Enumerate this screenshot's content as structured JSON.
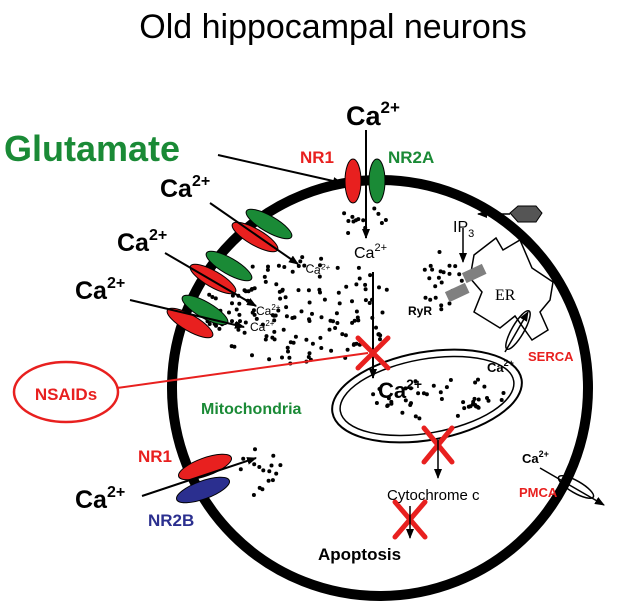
{
  "title": "Old hippocampal neurons",
  "labels": {
    "glutamate": "Glutamate",
    "nr1_top": "NR1",
    "nr2a": "NR2A",
    "ca_ion": "Ca",
    "ca_charge": "2+",
    "ip": "IP",
    "ip_sub": "3",
    "er": "ER",
    "ryr": "RyR",
    "serca": "SERCA",
    "nsaids": "NSAIDs",
    "mitochondria": "Mitochondria",
    "nr1_bottom": "NR1",
    "nr2b": "NR2B",
    "cytochrome": "Cytochrome c",
    "pmca": "PMCA",
    "apoptosis": "Apoptosis"
  },
  "colors": {
    "red": "#e8201f",
    "green": "#1a8a36",
    "blue": "#2b2f8f",
    "black": "#000000",
    "grey": "#808080"
  }
}
